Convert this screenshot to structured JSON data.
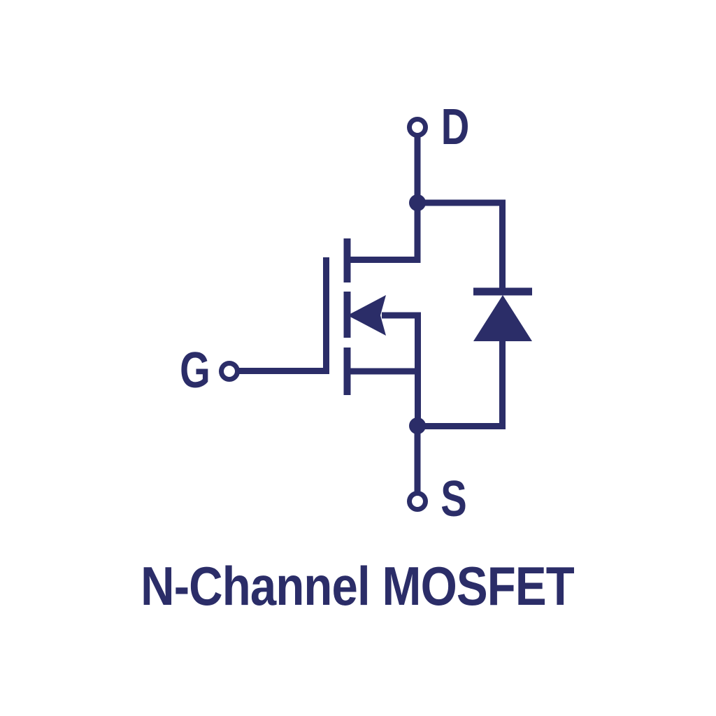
{
  "title": "N-Channel MOSFET",
  "terminals": {
    "drain_label": "D",
    "gate_label": "G",
    "source_label": "S"
  },
  "colors": {
    "ink": "#2b2d68",
    "background": "#ffffff"
  }
}
